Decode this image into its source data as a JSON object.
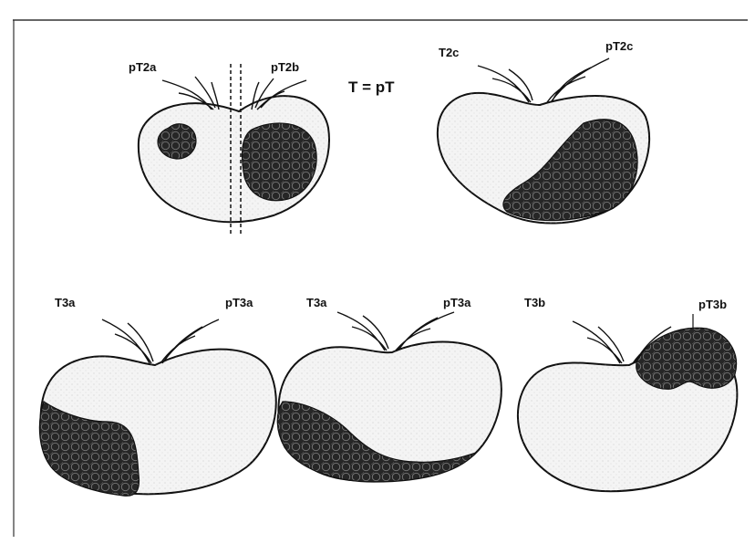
{
  "equation": "T = pT",
  "panels": [
    {
      "id": "t2ab",
      "labels": [
        "pT2a",
        "pT2b"
      ]
    },
    {
      "id": "t2c",
      "labels": [
        "T2c",
        "pT2c"
      ]
    },
    {
      "id": "t3a-1",
      "labels": [
        "T3a",
        "pT3a"
      ]
    },
    {
      "id": "t3a-2",
      "labels": [
        "T3a",
        "pT3a"
      ]
    },
    {
      "id": "t3b",
      "labels": [
        "T3b",
        "pT3b"
      ]
    }
  ],
  "colors": {
    "ink": "#111111",
    "gland": "#f4f4f4",
    "tumor": "#2a2a2a",
    "tumor_dot": "#6a6a6a"
  }
}
